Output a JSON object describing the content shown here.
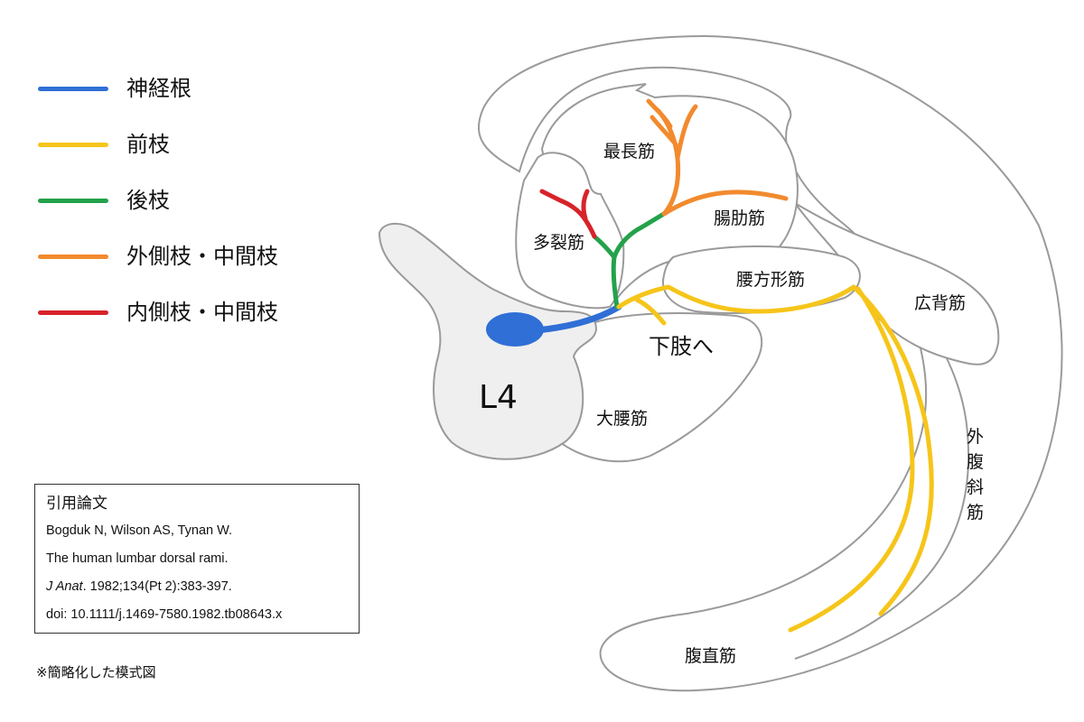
{
  "legend": {
    "items": [
      {
        "label": "神経根",
        "color": "#2f6fd6"
      },
      {
        "label": "前枝",
        "color": "#f6c51a"
      },
      {
        "label": "後枝",
        "color": "#23a24a"
      },
      {
        "label": "外側枝・中間枝",
        "color": "#f28a2e"
      },
      {
        "label": "内側枝・中間枝",
        "color": "#d8232a"
      }
    ]
  },
  "labels": {
    "saicho": "最長筋",
    "tajo": "多裂筋",
    "chorokin": "腸肋筋",
    "yohokei": "腰方形筋",
    "kohai": "広背筋",
    "kashi": "下肢へ",
    "vertebra": "L4",
    "daiyo": "大腰筋",
    "gaifuku": [
      "外",
      "腹",
      "斜",
      "筋"
    ],
    "fukuchoku": "腹直筋"
  },
  "citation": {
    "title": "引用論文",
    "authors": "Bogduk N, Wilson AS, Tynan W.",
    "article": "The human lumbar dorsal rami.",
    "journal": "J Anat",
    "details": ". 1982;134(Pt 2):383-397.",
    "doi": "doi: 10.1111/j.1469-7580.1982.tb08643.x"
  },
  "footnote": "※簡略化した模式図"
}
